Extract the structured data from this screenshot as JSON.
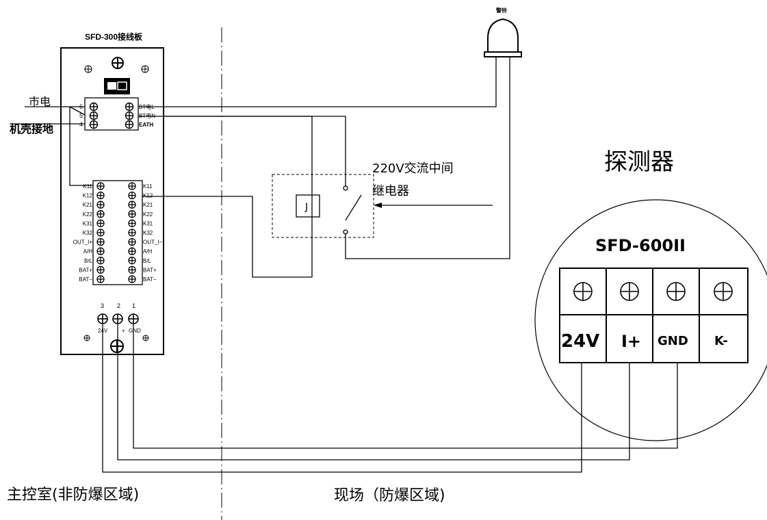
{
  "board": {
    "title": "SFD-300接线板",
    "power_left": [
      "6",
      "5",
      "4"
    ],
    "power_right": [
      "BT电L",
      "BT电N",
      "EATH"
    ],
    "left_terms": [
      "K11",
      "K12",
      "K21",
      "K22",
      "K31",
      "K32",
      "OUT_I+",
      "A/H",
      "B/L",
      "BAT+",
      "BAT−"
    ],
    "right_terms": [
      "K11",
      "K12",
      "K21",
      "K22",
      "K31",
      "K32",
      "OUT_I−",
      "A/H",
      "B/L",
      "BAT+",
      "BAT−"
    ],
    "bottom_numbers": [
      "3",
      "2",
      "1"
    ],
    "bottom_labels": [
      "24V",
      "+",
      "GND"
    ]
  },
  "labels": {
    "mains": "市电",
    "chassis_ground": "机壳接地",
    "alarm": "警铃",
    "relay_line1": "220V交流中间",
    "relay_line2": "继电器",
    "relay_coil": "J"
  },
  "detector": {
    "heading": "探测器",
    "model": "SFD-600II",
    "terminals": [
      "24V",
      "I+",
      "GND",
      "K-"
    ]
  },
  "zones": {
    "control_room": "主控室(非防爆区域)",
    "field": "现场（防爆区域)"
  }
}
